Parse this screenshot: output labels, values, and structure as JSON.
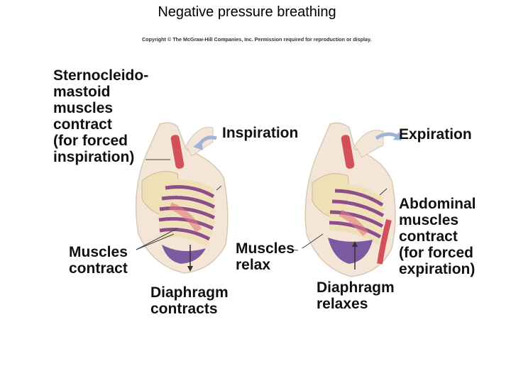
{
  "slide": {
    "title": "Negative pressure breathing",
    "copyright": "Copyright © The McGraw-Hill Companies, Inc. Permission required for reproduction or display."
  },
  "labels": {
    "scm": "Sternocleido-\nmastoid\nmuscles\ncontract\n(for forced\ninspiration)",
    "inspiration": "Inspiration",
    "expiration": "Expiration",
    "abdominal": "Abdominal\nmuscles\ncontract\n(for forced\nexpiration)",
    "muscles_contract": "Muscles\ncontract",
    "muscles_relax": "Muscles\nrelax",
    "diaphragm_contracts": "Diaphragm\ncontracts",
    "diaphragm_relaxes": "Diaphragm\nrelaxes"
  },
  "colors": {
    "skin": "#f3e6d6",
    "bone": "#efe0b8",
    "rib_gap": "#8c4f86",
    "muscle": "#d2505a",
    "lung": "#7c5aa0",
    "arrow": "#9fb3d6"
  }
}
